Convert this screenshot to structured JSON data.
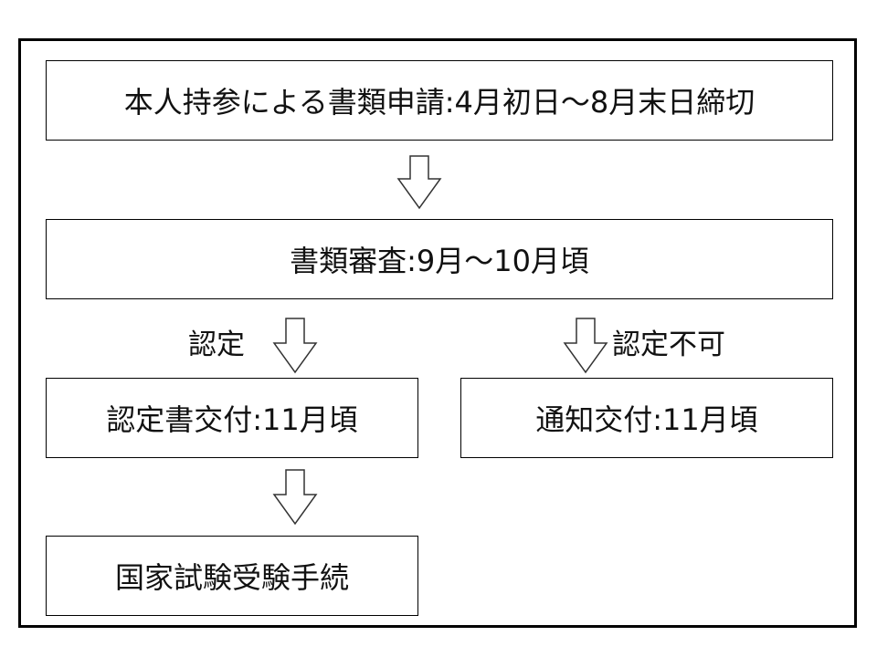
{
  "steps": {
    "application": "本人持参による書類申請:4月初日〜8月末日締切",
    "review": "書類審査:9月〜10月頃",
    "certificate": "認定書交付:11月頃",
    "notice": "通知交付:11月頃",
    "exam": "国家試験受験手続"
  },
  "branches": {
    "approved": "認定",
    "rejected": "認定不可"
  },
  "icons": {
    "arrow": "down-arrow-icon"
  }
}
